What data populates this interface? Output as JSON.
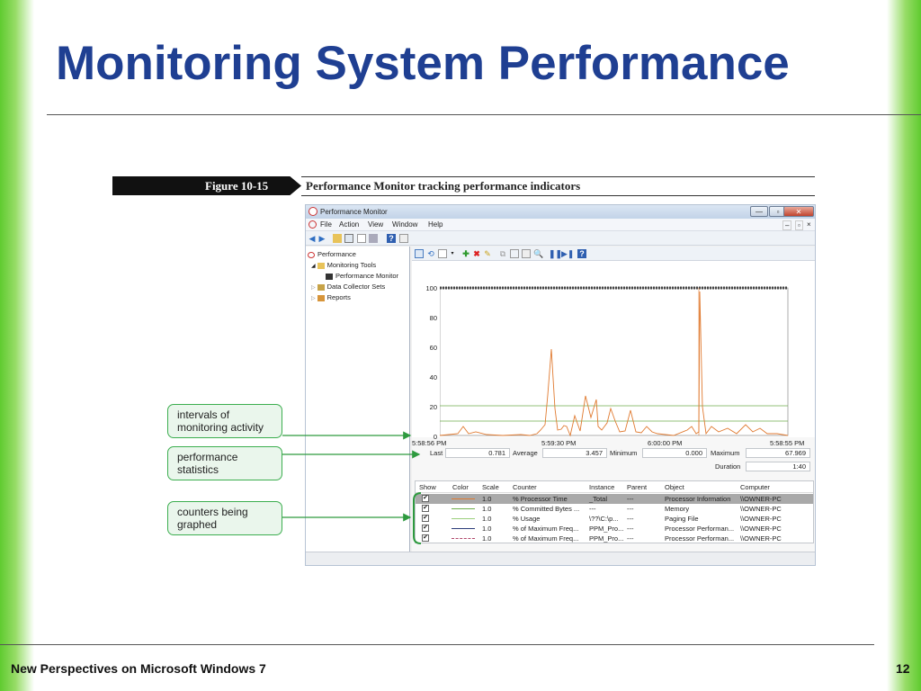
{
  "slide": {
    "title": "Monitoring System Performance",
    "footer": "New Perspectives on Microsoft Windows 7",
    "page_number": "12"
  },
  "figure": {
    "label": "Figure 10-15",
    "caption": "Performance Monitor tracking performance indicators"
  },
  "window": {
    "title": "Performance Monitor",
    "controls": [
      "—",
      "▫",
      "✕"
    ],
    "menu": [
      "File",
      "Action",
      "View",
      "Window",
      "Help"
    ],
    "mdi_controls": [
      "–",
      "▫",
      "×"
    ]
  },
  "tree": {
    "root": "Performance",
    "monitoring_tools": "Monitoring Tools",
    "performance_monitor": "Performance Monitor",
    "data_collector_sets": "Data Collector Sets",
    "reports": "Reports"
  },
  "graph": {
    "y_ticks": [
      "100",
      "80",
      "60",
      "40",
      "20",
      "0"
    ],
    "x_labels": [
      "5:58:56 PM",
      "5:59:30 PM",
      "6:00:00 PM",
      "5:58:55 PM"
    ]
  },
  "stats": {
    "last_label": "Last",
    "last": "0.781",
    "average_label": "Average",
    "average": "3.457",
    "minimum_label": "Minimum",
    "minimum": "0.000",
    "maximum_label": "Maximum",
    "maximum": "67.969",
    "duration_label": "Duration",
    "duration": "1:40"
  },
  "table": {
    "headers": [
      "Show",
      "Color",
      "Scale",
      "Counter",
      "Instance",
      "Parent",
      "Object",
      "Computer"
    ],
    "rows": [
      {
        "check": "✔",
        "scale": "1.0",
        "counter": "% Processor Time",
        "instance": "_Total",
        "parent": "---",
        "object": "Processor Information",
        "computer": "\\\\OWNER-PC"
      },
      {
        "check": "✔",
        "scale": "1.0",
        "counter": "% Committed Bytes ...",
        "instance": "---",
        "parent": "---",
        "object": "Memory",
        "computer": "\\\\OWNER-PC"
      },
      {
        "check": "✔",
        "scale": "1.0",
        "counter": "% Usage",
        "instance": "\\??\\C:\\p...",
        "parent": "---",
        "object": "Paging File",
        "computer": "\\\\OWNER-PC"
      },
      {
        "check": "✔",
        "scale": "1.0",
        "counter": "% of Maximum Freq...",
        "instance": "PPM_Pro...",
        "parent": "---",
        "object": "Processor Performan...",
        "computer": "\\\\OWNER-PC"
      },
      {
        "check": "✔",
        "scale": "1.0",
        "counter": "% of Maximum Freq...",
        "instance": "PPM_Pro...",
        "parent": "---",
        "object": "Processor Performan...",
        "computer": "\\\\OWNER-PC"
      }
    ]
  },
  "callouts": {
    "intervals": "intervals of monitoring activity",
    "statistics": "performance statistics",
    "counters": "counters being graphed"
  },
  "icons": {
    "app": "performance-monitor-icon",
    "back": "back-arrow-icon",
    "forward": "forward-arrow-icon",
    "add": "add-counter-icon",
    "delete": "delete-counter-icon",
    "highlight": "highlight-icon",
    "help": "help-icon",
    "pause": "pause-icon",
    "next": "next-frame-icon"
  },
  "colors": {
    "title": "#1f3f92",
    "accent_green": "#3cae4f",
    "counter_orange": "#e07a30",
    "counter_green": "#6fae4c",
    "selected_row": "#a9a9a9"
  }
}
